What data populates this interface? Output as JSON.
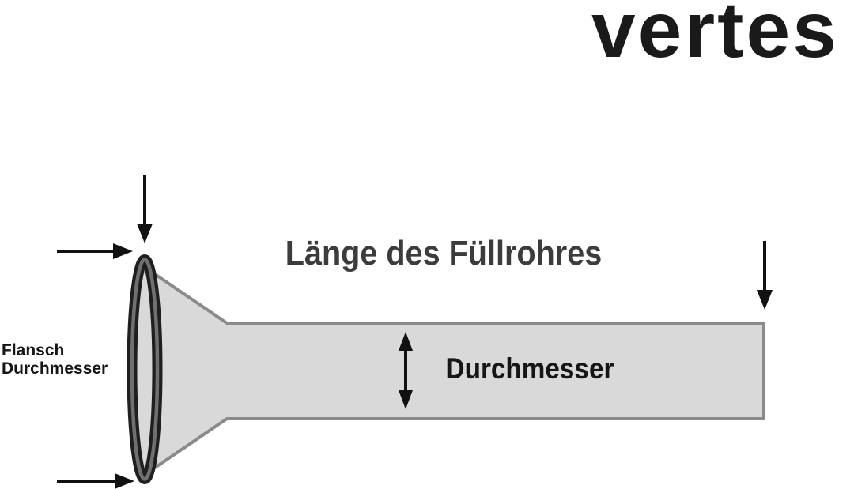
{
  "logo": {
    "text": "vertes"
  },
  "diagram": {
    "title": "Länge des Füllrohres",
    "tube_label": "Durchmesser",
    "flange_label": "Flansch Durchmesser",
    "icons": [
      "arrow-down-to-flange-top-icon",
      "arrow-right-to-flange-top-icon",
      "arrow-right-to-flange-bottom-icon",
      "arrow-double-vertical-diameter-icon",
      "arrow-down-to-tube-end-icon"
    ],
    "colors": {
      "background": "#ffffff",
      "tube_fill": "#d9d9d9",
      "tube_outline": "#8a8a8a",
      "flange_ring": "#1f1f1f",
      "flange_ring_highlight": "#707070",
      "arrow": "#111111",
      "title_text": "#3c3c3c",
      "label_text": "#161616",
      "logo_text": "#1a1a1a"
    }
  }
}
